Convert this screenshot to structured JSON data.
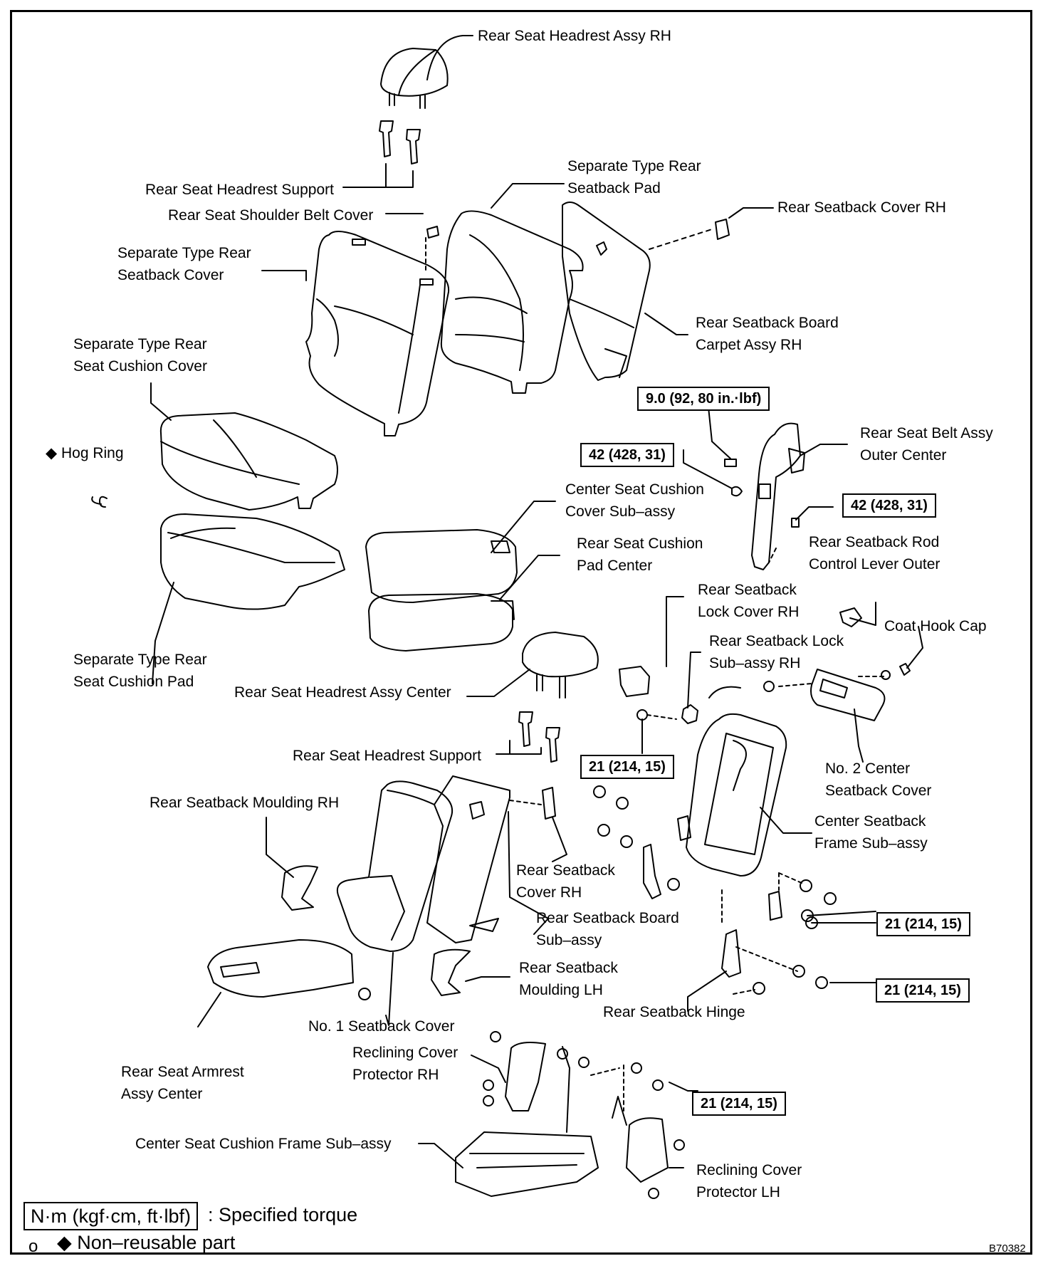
{
  "labels": {
    "headrest_rh": "Rear Seat Headrest Assy RH",
    "headrest_support_upper": "Rear Seat Headrest Support",
    "separate_pad": "Separate Type Rear\nSeatback Pad",
    "shoulder_belt_cover": "Rear Seat Shoulder Belt Cover",
    "seatback_cover_rh_top": "Rear Seatback Cover RH",
    "separate_seatback_cover": "Separate Type Rear\nSeatback Cover",
    "board_carpet": "Rear Seatback Board\nCarpet Assy RH",
    "cushion_cover": "Separate Type Rear\nSeat Cushion Cover",
    "hog_ring": "◆ Hog Ring",
    "belt_outer_center": "Rear Seat Belt Assy\nOuter Center",
    "center_cushion_cover": "Center Seat Cushion\nCover Sub–assy",
    "center_cushion_pad": "Rear Seat Cushion\nPad Center",
    "rod_control_lever": "Rear Seatback Rod\nControl Lever Outer",
    "lock_cover_rh": "Rear Seatback\nLock Cover RH",
    "coat_hook_cap": "Coat Hook Cap",
    "lock_sub_rh": "Rear Seatback Lock\nSub–assy RH",
    "cushion_pad": "Separate Type Rear\nSeat Cushion Pad",
    "headrest_center": "Rear Seat Headrest Assy Center",
    "no2_center_cover": "No. 2 Center\nSeatback Cover",
    "headrest_support_lower": "Rear Seat Headrest Support",
    "moulding_rh": "Rear Seatback Moulding RH",
    "center_frame": "Center Seatback\nFrame Sub–assy",
    "seatback_cover_rh_mid": "Rear Seatback\nCover RH",
    "board_sub": "Rear Seatback Board\nSub–assy",
    "moulding_lh": "Rear Seatback\nMoulding LH",
    "hinge": "Rear Seatback Hinge",
    "no1_cover": "No. 1 Seatback Cover",
    "armrest": "Rear Seat Armrest\nAssy Center",
    "reclining_rh": "Reclining Cover\nProtector RH",
    "cushion_frame": "Center Seat Cushion Frame Sub–assy",
    "reclining_lh": "Reclining Cover\nProtector LH"
  },
  "torques": {
    "t1": "9.0 (92, 80 in.·lbf)",
    "t2": "42 (428, 31)",
    "t3": "42 (428, 31)",
    "t4": "21 (214, 15)",
    "t5": "21 (214, 15)",
    "t6": "21 (214, 15)",
    "t7": "21 (214, 15)"
  },
  "legend": {
    "torque_box": "N·m (kgf·cm, ft·lbf)",
    "torque_text": ": Specified torque",
    "nonreusable": "◆ Non–reusable part",
    "corner_mark": "o"
  },
  "figure_code": "B70382"
}
